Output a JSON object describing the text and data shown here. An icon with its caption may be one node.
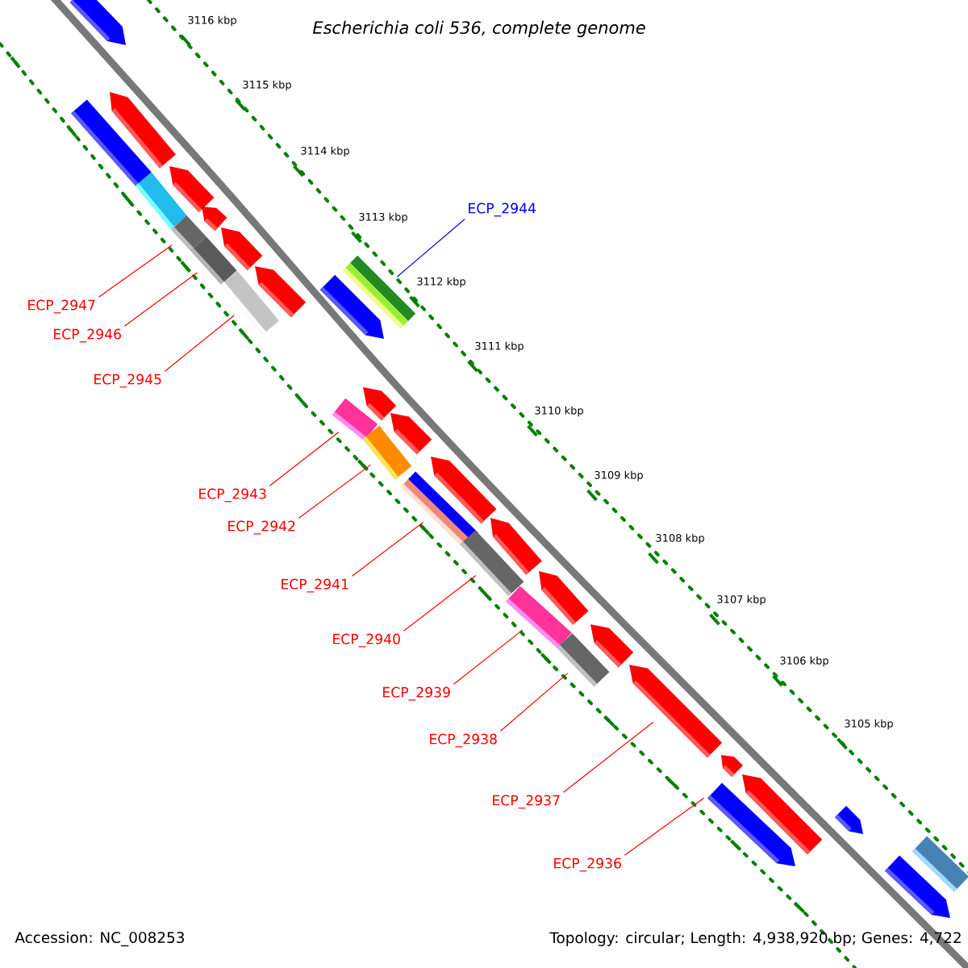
{
  "diagram": {
    "title": "Escherichia coli 536, complete genome",
    "nodes": [
      {
        "text": [
          "ECP_2944"
        ]
      },
      {
        "text": [
          "ECP_2947"
        ]
      },
      {
        "text": [
          "ECP_2946"
        ]
      },
      {
        "text": [
          "ECP_2945"
        ]
      },
      {
        "text": [
          "ECP_2943"
        ]
      },
      {
        "text": [
          "ECP_2942"
        ]
      },
      {
        "text": [
          "ECP_2941"
        ]
      },
      {
        "text": [
          "ECP_2940"
        ]
      },
      {
        "text": [
          "ECP_2939"
        ]
      },
      {
        "text": [
          "ECP_2938"
        ]
      },
      {
        "text": [
          "ECP_2937"
        ]
      },
      {
        "text": [
          "ECP_2936"
        ]
      },
      {
        "text": [],
        "shape": "arrow"
      },
      {
        "text": [],
        "shape": "arrow"
      },
      {
        "text": [],
        "shape": "bar"
      },
      {
        "text": [],
        "shape": "arrow"
      },
      {
        "text": [],
        "shape": "bar"
      },
      {
        "text": [],
        "shape": "arrow"
      },
      {
        "text": [],
        "shape": "bar"
      },
      {
        "text": [],
        "shape": "arrow"
      },
      {
        "text": [],
        "shape": "bar"
      },
      {
        "text": [],
        "shape": "bar"
      },
      {
        "text": [],
        "shape": "arrow"
      },
      {
        "text": [],
        "shape": "bar"
      },
      {
        "text": [],
        "shape": "arrow"
      },
      {
        "text": [],
        "shape": "arrow"
      },
      {
        "text": [],
        "shape": "bar"
      },
      {
        "text": [],
        "shape": "arrow"
      },
      {
        "text": [],
        "shape": "bar"
      },
      {
        "text": [],
        "shape": "arrow"
      },
      {
        "text": [],
        "shape": "bar"
      },
      {
        "text": [],
        "shape": "arrow"
      },
      {
        "text": [],
        "shape": "bar"
      },
      {
        "text": [],
        "shape": "arrow"
      },
      {
        "text": [],
        "shape": "bar"
      },
      {
        "text": [],
        "shape": "arrow"
      },
      {
        "text": [],
        "shape": "bar"
      },
      {
        "text": [],
        "shape": "arrow"
      },
      {
        "text": [],
        "shape": "arrow"
      },
      {
        "text": [],
        "shape": "arrow"
      },
      {
        "text": [],
        "shape": "arrow"
      },
      {
        "text": [],
        "shape": "arrow"
      },
      {
        "text": [],
        "shape": "bar"
      },
      {
        "text": [],
        "shape": "arrow"
      }
    ],
    "edges": [
      {
        "from": 0,
        "to": 21,
        "arrow": "none",
        "color": "#0000ff"
      },
      {
        "from": 1,
        "to": 18,
        "arrow": "none"
      },
      {
        "from": 2,
        "to": 20,
        "arrow": "none"
      },
      {
        "from": 3,
        "to": 23,
        "arrow": "none"
      },
      {
        "from": 4,
        "to": 26,
        "arrow": "none"
      },
      {
        "from": 5,
        "to": 28,
        "arrow": "none"
      },
      {
        "from": 6,
        "to": 30,
        "arrow": "none"
      },
      {
        "from": 7,
        "to": 32,
        "arrow": "none"
      },
      {
        "from": 8,
        "to": 34,
        "arrow": "none"
      },
      {
        "from": 9,
        "to": 36,
        "arrow": "none"
      },
      {
        "from": 10,
        "to": 37,
        "arrow": "none"
      },
      {
        "from": 11,
        "to": 40,
        "arrow": "none"
      }
    ],
    "labels": [
      "3116 kbp",
      "3115 kbp",
      "3114 kbp",
      "3113 kbp",
      "3112 kbp",
      "3111 kbp",
      "3110 kbp",
      "3109 kbp",
      "3108 kbp",
      "3107 kbp",
      "3106 kbp",
      "3105 kbp",
      "Accession: NC_008253",
      "Topology: circular; Length: 4,938,920 bp; Genes: 4,722"
    ]
  }
}
